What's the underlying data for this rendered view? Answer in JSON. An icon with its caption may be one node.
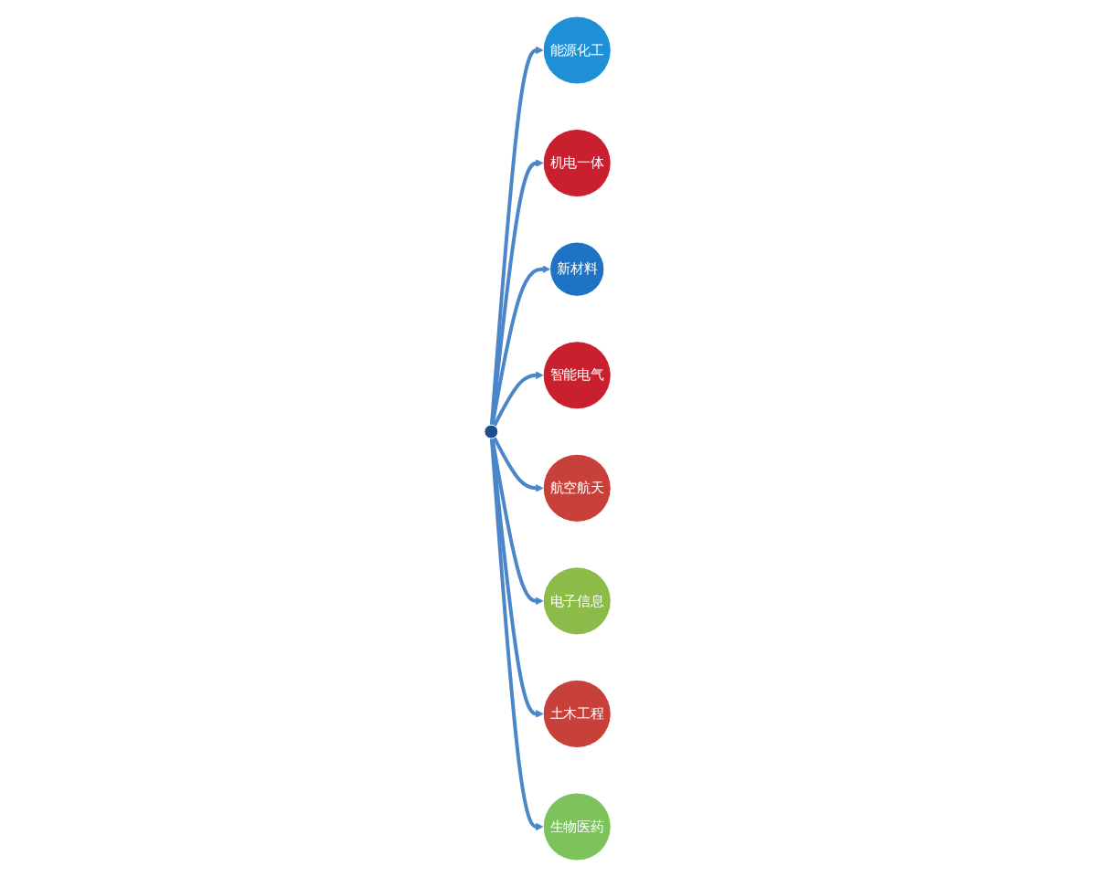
{
  "diagram": {
    "nodes": [
      {
        "text": [],
        "shape": "circle"
      },
      {
        "text": [
          "能源化工"
        ]
      },
      {
        "text": [
          "机电一体"
        ]
      },
      {
        "text": [
          "新材料"
        ]
      },
      {
        "text": [
          "智能电气"
        ]
      },
      {
        "text": [
          "航空航天"
        ]
      },
      {
        "text": [
          "电子信息"
        ]
      },
      {
        "text": [
          "土木工程"
        ]
      },
      {
        "text": [
          "生物医药"
        ]
      }
    ],
    "edges": [
      {
        "from": 0,
        "to": 1,
        "arrow": "to"
      },
      {
        "from": 0,
        "to": 2,
        "arrow": "to"
      },
      {
        "from": 0,
        "to": 3,
        "arrow": "to"
      },
      {
        "from": 0,
        "to": 4,
        "arrow": "to"
      },
      {
        "from": 0,
        "to": 5,
        "arrow": "to"
      },
      {
        "from": 0,
        "to": 6,
        "arrow": "to"
      },
      {
        "from": 0,
        "to": 7,
        "arrow": "to"
      },
      {
        "from": 0,
        "to": 8,
        "arrow": "to"
      }
    ]
  }
}
